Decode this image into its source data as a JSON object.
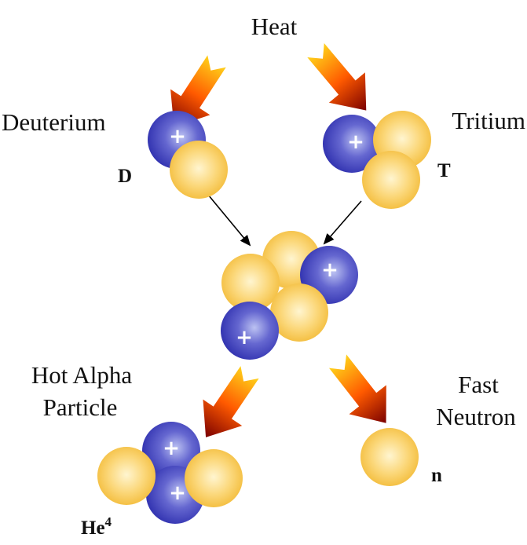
{
  "labels": {
    "heat": "Heat",
    "deuterium": "Deuterium",
    "tritium": "Tritium",
    "d_symbol": "D",
    "t_symbol": "T",
    "alpha_line1": "Hot Alpha",
    "alpha_line2": "Particle",
    "neutron_line1": "Fast",
    "neutron_line2": "Neutron",
    "n_symbol": "n",
    "he_symbol": "He",
    "he_superscript": "4"
  },
  "proton_sign": "+",
  "colors": {
    "proton": "#2e2fae",
    "proton_highlight": "#bcc2f2",
    "neutron": "#f1b52a",
    "neutron_highlight": "#fff5d0",
    "arrow_start": "#ffd21a",
    "arrow_mid": "#ff5a00",
    "arrow_end": "#7a0000",
    "line": "#000000"
  },
  "icons": [
    "proton-particle",
    "neutron-particle",
    "heat-arrow",
    "reaction-arrow"
  ]
}
